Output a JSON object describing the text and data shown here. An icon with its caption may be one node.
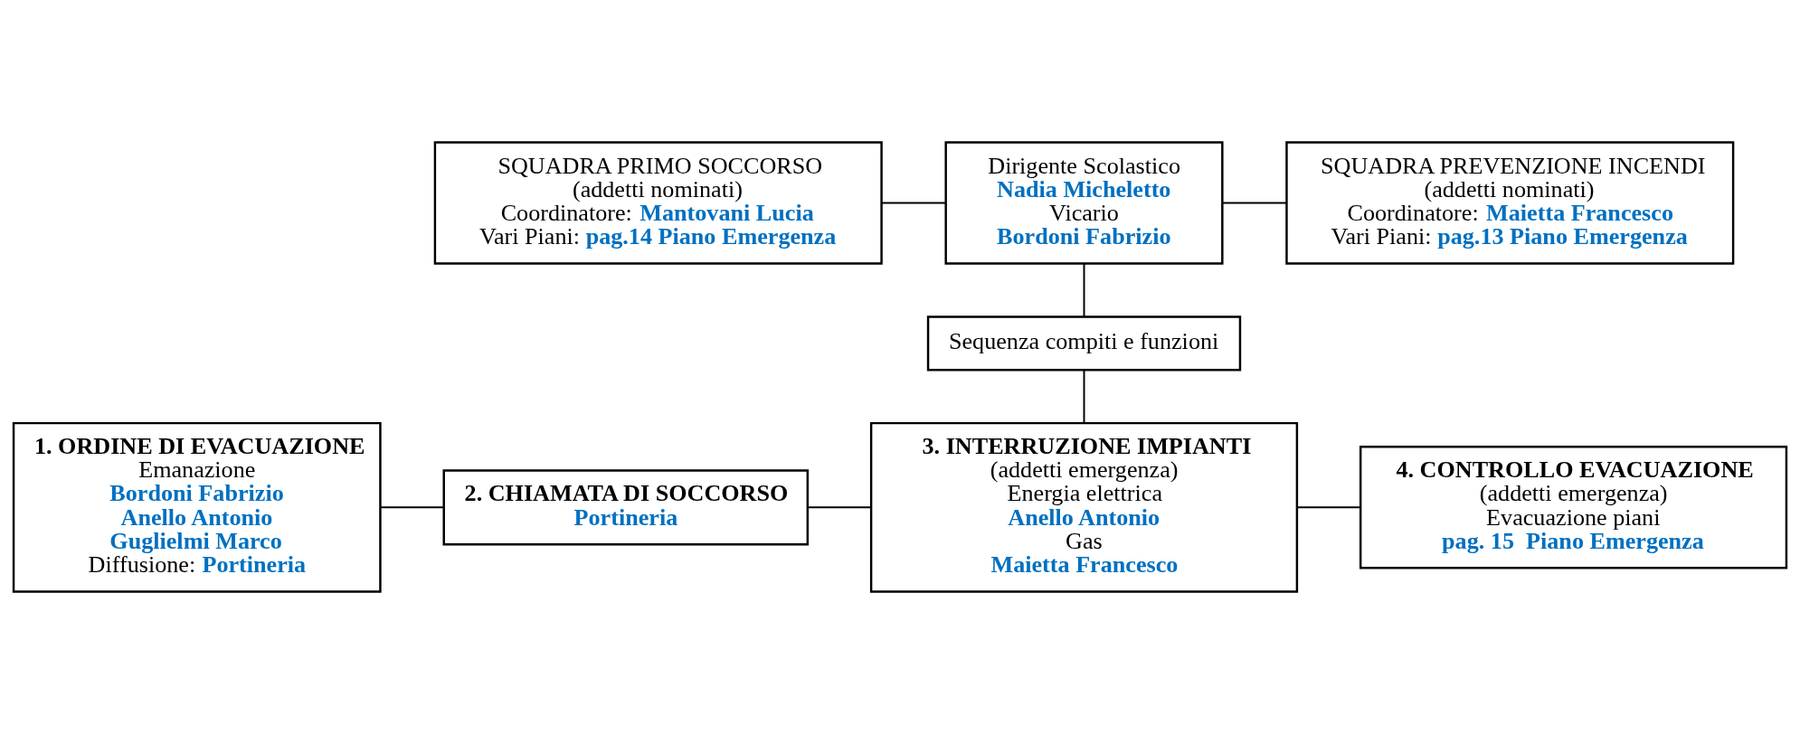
{
  "diagram": {
    "nodes": [
      {
        "text": [
          "Dirigente Scolastico",
          "**Nadia Micheletto**",
          "Vicario",
          "**Bordoni Fabrizio**"
        ]
      },
      {
        "text": [
          "SQUADRA PRIMO SOCCORSO",
          "(addetti nominati)",
          "Coordinatore: **Mantovani Lucia**",
          "Vari Piani: **pag.14 Piano Emergenza**"
        ]
      },
      {
        "text": [
          "SQUADRA PREVENZIONE INCENDI",
          "(addetti nominati)",
          "Coordinatore: **Maietta Francesco**",
          "Vari Piani: **pag.13 Piano Emergenza**"
        ]
      },
      {
        "text": [
          "Sequenza compiti e funzioni"
        ]
      },
      {
        "text": [
          "1. ORDINE DI EVACUAZIONE",
          "Emanazione",
          "**Bordoni Fabrizio**",
          "**Anello Antonio**",
          "**Guglielmi Marco**",
          "Diffusione: **Portineria**"
        ]
      },
      {
        "text": [
          "2. CHIAMATA DI SOCCORSO",
          "**Portineria**"
        ]
      },
      {
        "text": [
          "3. INTERRUZIONE IMPIANTI",
          "(addetti emergenza)",
          "Energia elettrica",
          "**Anello Antonio**",
          "Gas",
          "**Maietta Francesco**"
        ]
      },
      {
        "text": [
          "4. CONTROLLO EVACUAZIONE",
          "(addetti emergenza)",
          "Evacuazione piani",
          "**pag. 15  Piano Emergenza**"
        ]
      }
    ],
    "edges": [
      {
        "from": 1,
        "to": 0,
        "arrow": "none"
      },
      {
        "from": 0,
        "to": 2,
        "arrow": "none"
      },
      {
        "from": 0,
        "to": 3,
        "arrow": "none"
      },
      {
        "from": 3,
        "to": 6,
        "arrow": "none"
      },
      {
        "from": 4,
        "to": 5,
        "arrow": "none"
      },
      {
        "from": 5,
        "to": 6,
        "arrow": "none"
      },
      {
        "from": 6,
        "to": 7,
        "arrow": "none"
      }
    ]
  }
}
